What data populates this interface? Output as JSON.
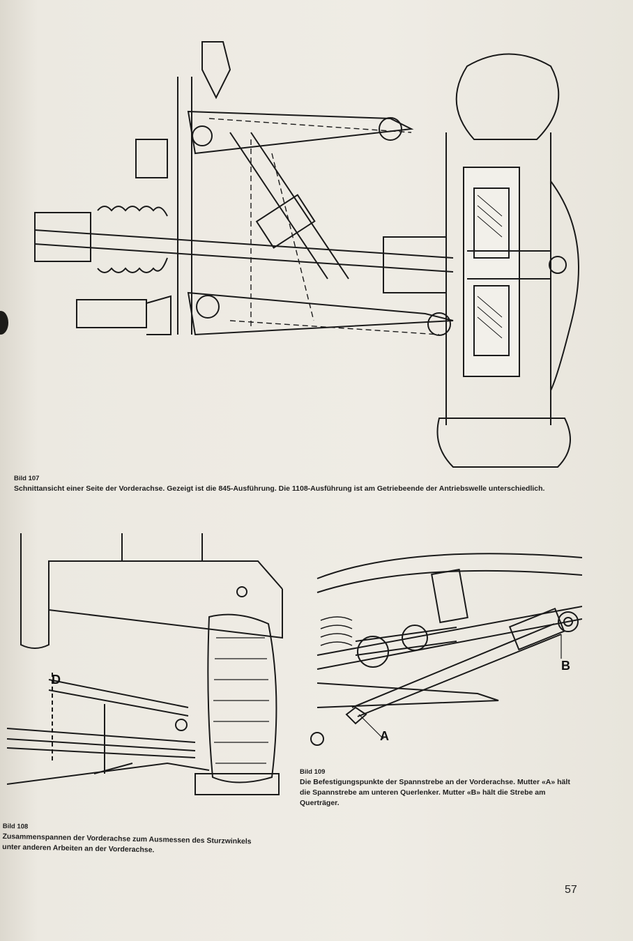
{
  "figures": [
    {
      "label": "Bild 107",
      "caption": "Schnittansicht einer Seite der Vorderachse. Gezeigt ist die 845-Ausführung. Die 1108-Ausführung ist am Getriebeende der Antriebswelle unterschiedlich."
    },
    {
      "label": "Bild 108",
      "caption": "Zusammenspannen der Vorderachse zum Ausmessen des Sturzwinkels unter anderen Arbeiten an der Vorderachse.",
      "callouts": [
        "D"
      ]
    },
    {
      "label": "Bild 109",
      "caption": "Die Befestigungspunkte der Spannstrebe an der Vorderachse. Mutter «A» hält die Spannstrebe am unteren Querlenker. Mutter «B» hält die Strebe am Querträger.",
      "callouts": [
        "A",
        "B"
      ]
    }
  ],
  "page_number": "57"
}
